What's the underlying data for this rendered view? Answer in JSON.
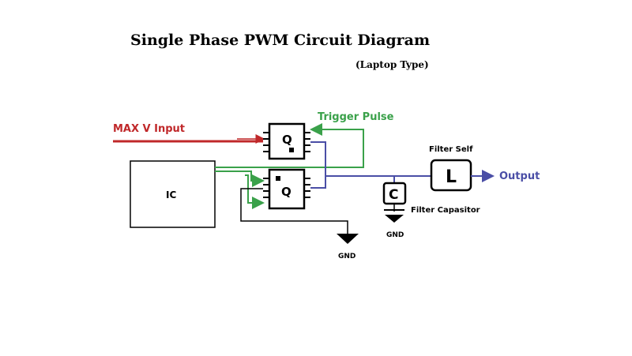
{
  "title": "Single Phase PWM Circuit Diagram",
  "subtitle": "(Laptop Type)",
  "labels": {
    "max_v_input": "MAX V Input",
    "trigger_pulse": "Trigger Pulse",
    "ic": "IC",
    "q_top": "Q",
    "q_bottom": "Q",
    "capacitor": "C",
    "inductor": "L",
    "filter_self": "Filter Self",
    "filter_capacitor": "Filter Capasitor",
    "output": "Output",
    "gnd_left": "GND",
    "gnd_right": "GND"
  },
  "colors": {
    "input_wire": "#c0282a",
    "trigger_wire": "#3aa14a",
    "output_wire": "#4a4ea6",
    "ground_wire": "#000000",
    "trigger_text": "#3aa14a",
    "input_text": "#c0282a",
    "output_text": "#4a4ea6"
  }
}
